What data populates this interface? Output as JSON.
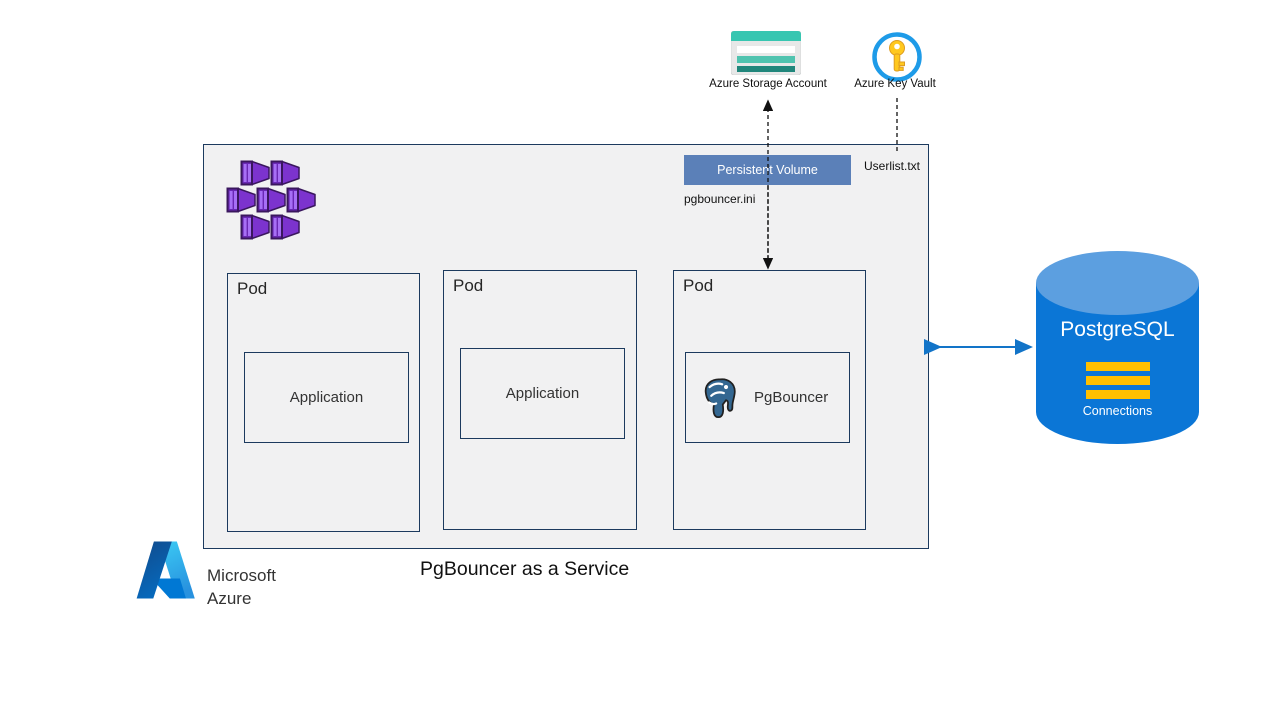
{
  "diagram": {
    "title": "PgBouncer as a Service",
    "brand": {
      "line1": "Microsoft",
      "line2": "Azure"
    },
    "external": {
      "storage_label": "Azure Storage Account",
      "keyvault_label": "Azure Key Vault"
    },
    "files": {
      "pv_label": "Persistent Volume",
      "userlist": "Userlist.txt",
      "ini": "pgbouncer.ini"
    },
    "pods": [
      {
        "label": "Pod",
        "component": "Application"
      },
      {
        "label": "Pod",
        "component": "Application"
      },
      {
        "label": "Pod",
        "component": "PgBouncer"
      }
    ],
    "database": {
      "name": "PostgreSQL",
      "sublabel": "Connections"
    },
    "colors": {
      "container_border": "#1C3A5E",
      "container_bg": "#F1F1F2",
      "persistent_volume": "#5B80B8",
      "db_body": "#0B76D6",
      "db_top": "#5C9FE0",
      "db_bars": "#FFC000",
      "connector_blue": "#1274C8",
      "storage_teal": "#37C6B1",
      "keyvault_ring": "#1E9BE8",
      "keyvault_gold": "#FFC81E",
      "cube_purple": "#9050E8",
      "elephant_blue": "#336791"
    }
  }
}
